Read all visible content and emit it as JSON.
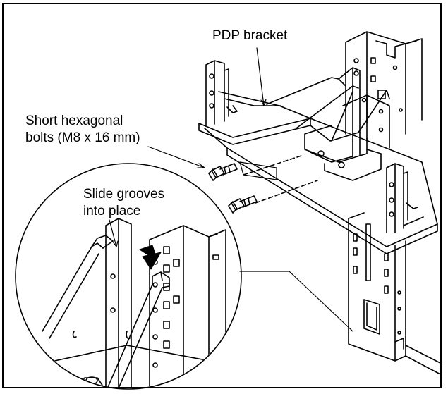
{
  "labels": {
    "pdp_bracket": "PDP bracket",
    "bolts_line1": "Short hexagonal",
    "bolts_line2": "bolts (M8 x 16 mm)",
    "grooves_line1": "Slide grooves",
    "grooves_line2": "into place"
  }
}
